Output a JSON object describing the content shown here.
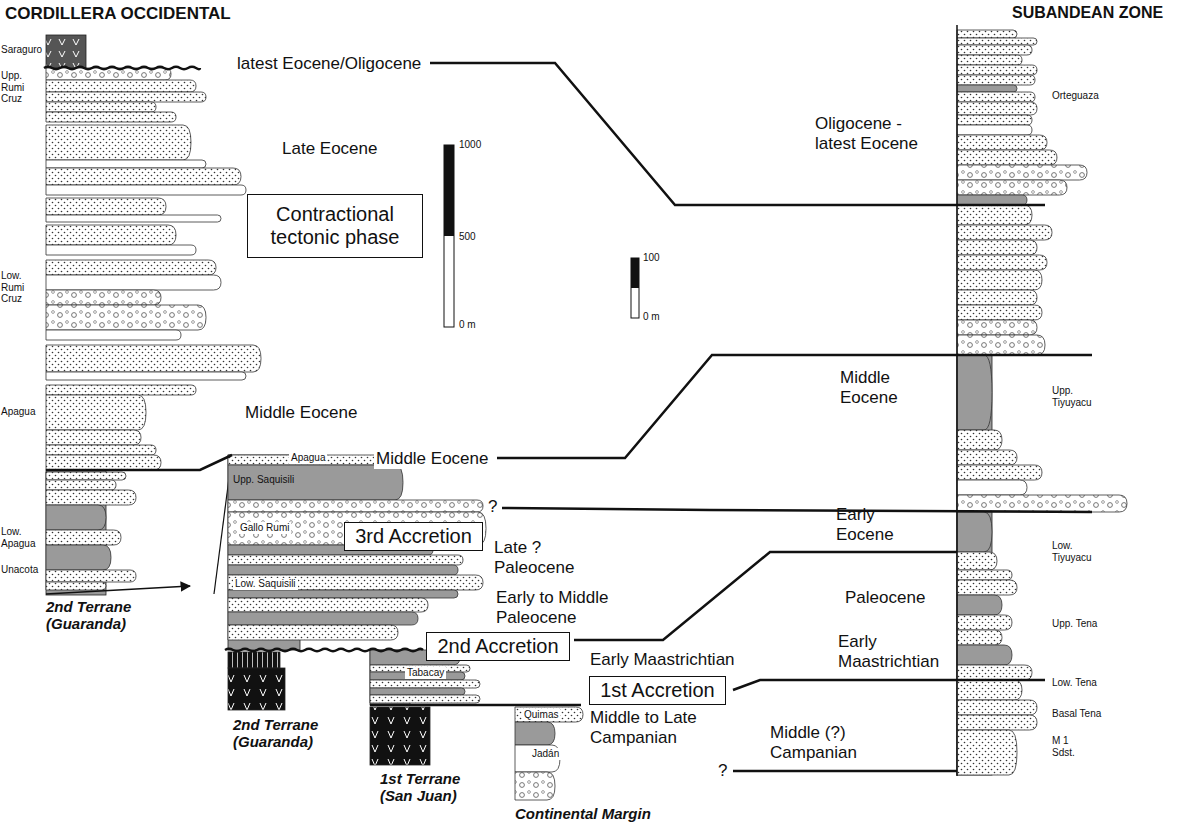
{
  "diagram": {
    "nodes": [
      {
        "text": [
          "Contractional tectonic phase"
        ]
      },
      {
        "text": [
          "3rd Accretion"
        ]
      },
      {
        "text": [
          "2nd Accretion"
        ]
      },
      {
        "text": [
          "1st Accretion"
        ]
      }
    ],
    "labels": [
      "CORDILLERA OCCIDENTAL",
      "SUBANDEAN ZONE",
      "Saraguro",
      "Upp. Rumi Cruz",
      "Low. Rumi Cruz",
      "Apagua",
      "Low. Apagua",
      "Unacota",
      "latest Eocene/Oligocene",
      "Late Eocene",
      "Middle Eocene",
      "Apagua",
      "Middle Eocene",
      "Upp. Saquisili",
      "Gallo Rumi",
      "Late ? Paleocene",
      "Early to Middle Paleocene",
      "Low. Saquisili",
      "2nd Terrane (Guaranda)",
      "Tabacay",
      "Early Maastrichtian",
      "2nd Terrane (Guaranda)",
      "Quimas",
      "Middle to Late Campanian",
      "Jadán",
      "1st Terrane (San Juan)",
      "Continental Margin",
      "?",
      "?",
      "1000",
      "500",
      "0 m",
      "100",
      "0 m",
      "Oligocene - latest Eocene",
      "Middle Eocene",
      "Early Eocene",
      "Paleocene",
      "Early Maastrichtian",
      "Middle (?) Campanian",
      "Orteguaza",
      "Upp. Tiyuyacu",
      "Low. Tiyuyacu",
      "Upp. Tena",
      "Low. Tena",
      "Basal Tena",
      "M 1 Sdst."
    ]
  }
}
